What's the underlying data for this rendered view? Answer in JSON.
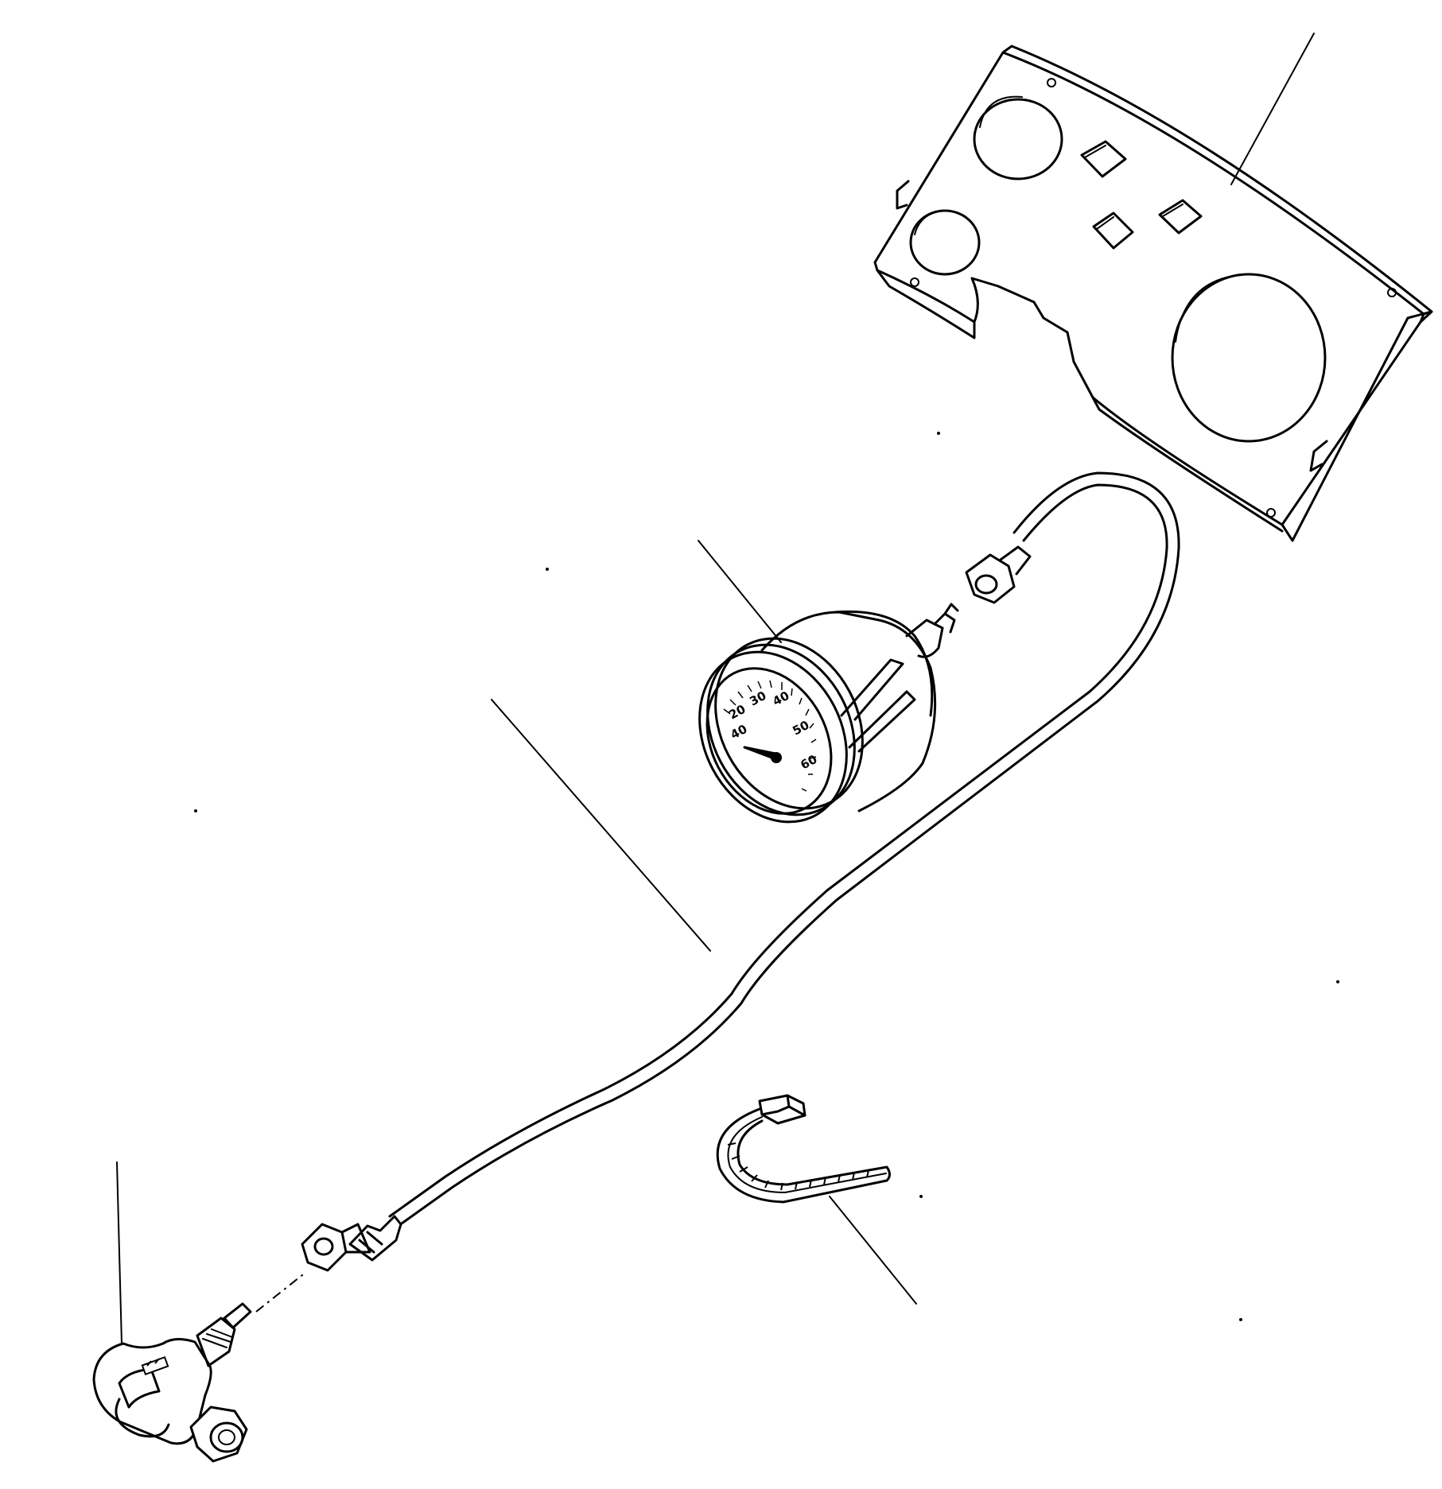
{
  "diagram": {
    "type": "exploded parts drawing",
    "line_color": "#000000",
    "background": "#ffffff",
    "parts": [
      {
        "id": "instrument-panel",
        "icon": "panel-bracket-icon"
      },
      {
        "id": "temperature-gauge",
        "icon": "gauge-icon"
      },
      {
        "id": "capillary-tube",
        "icon": "tube-icon"
      },
      {
        "id": "hose-clamp",
        "icon": "clamp-icon"
      },
      {
        "id": "sensor-adapter",
        "icon": "fitting-icon"
      }
    ],
    "gauge_dial": {
      "labels": [
        "20",
        "30",
        "40",
        "50",
        "60",
        "40"
      ]
    }
  }
}
